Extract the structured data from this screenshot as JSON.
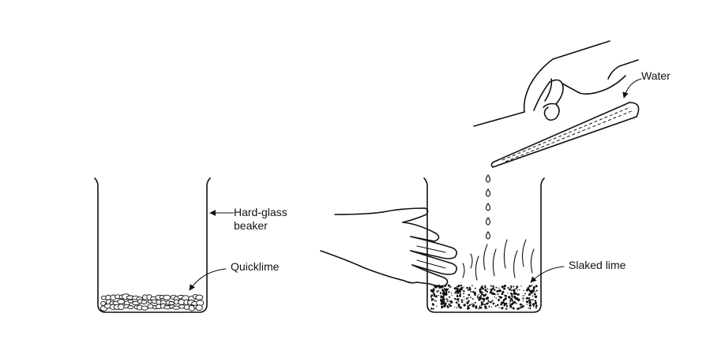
{
  "labels": {
    "beaker": [
      "Hard-glass",
      "beaker"
    ],
    "quicklime": "Quicklime",
    "water": "Water",
    "slaked_lime": "Slaked lime"
  }
}
